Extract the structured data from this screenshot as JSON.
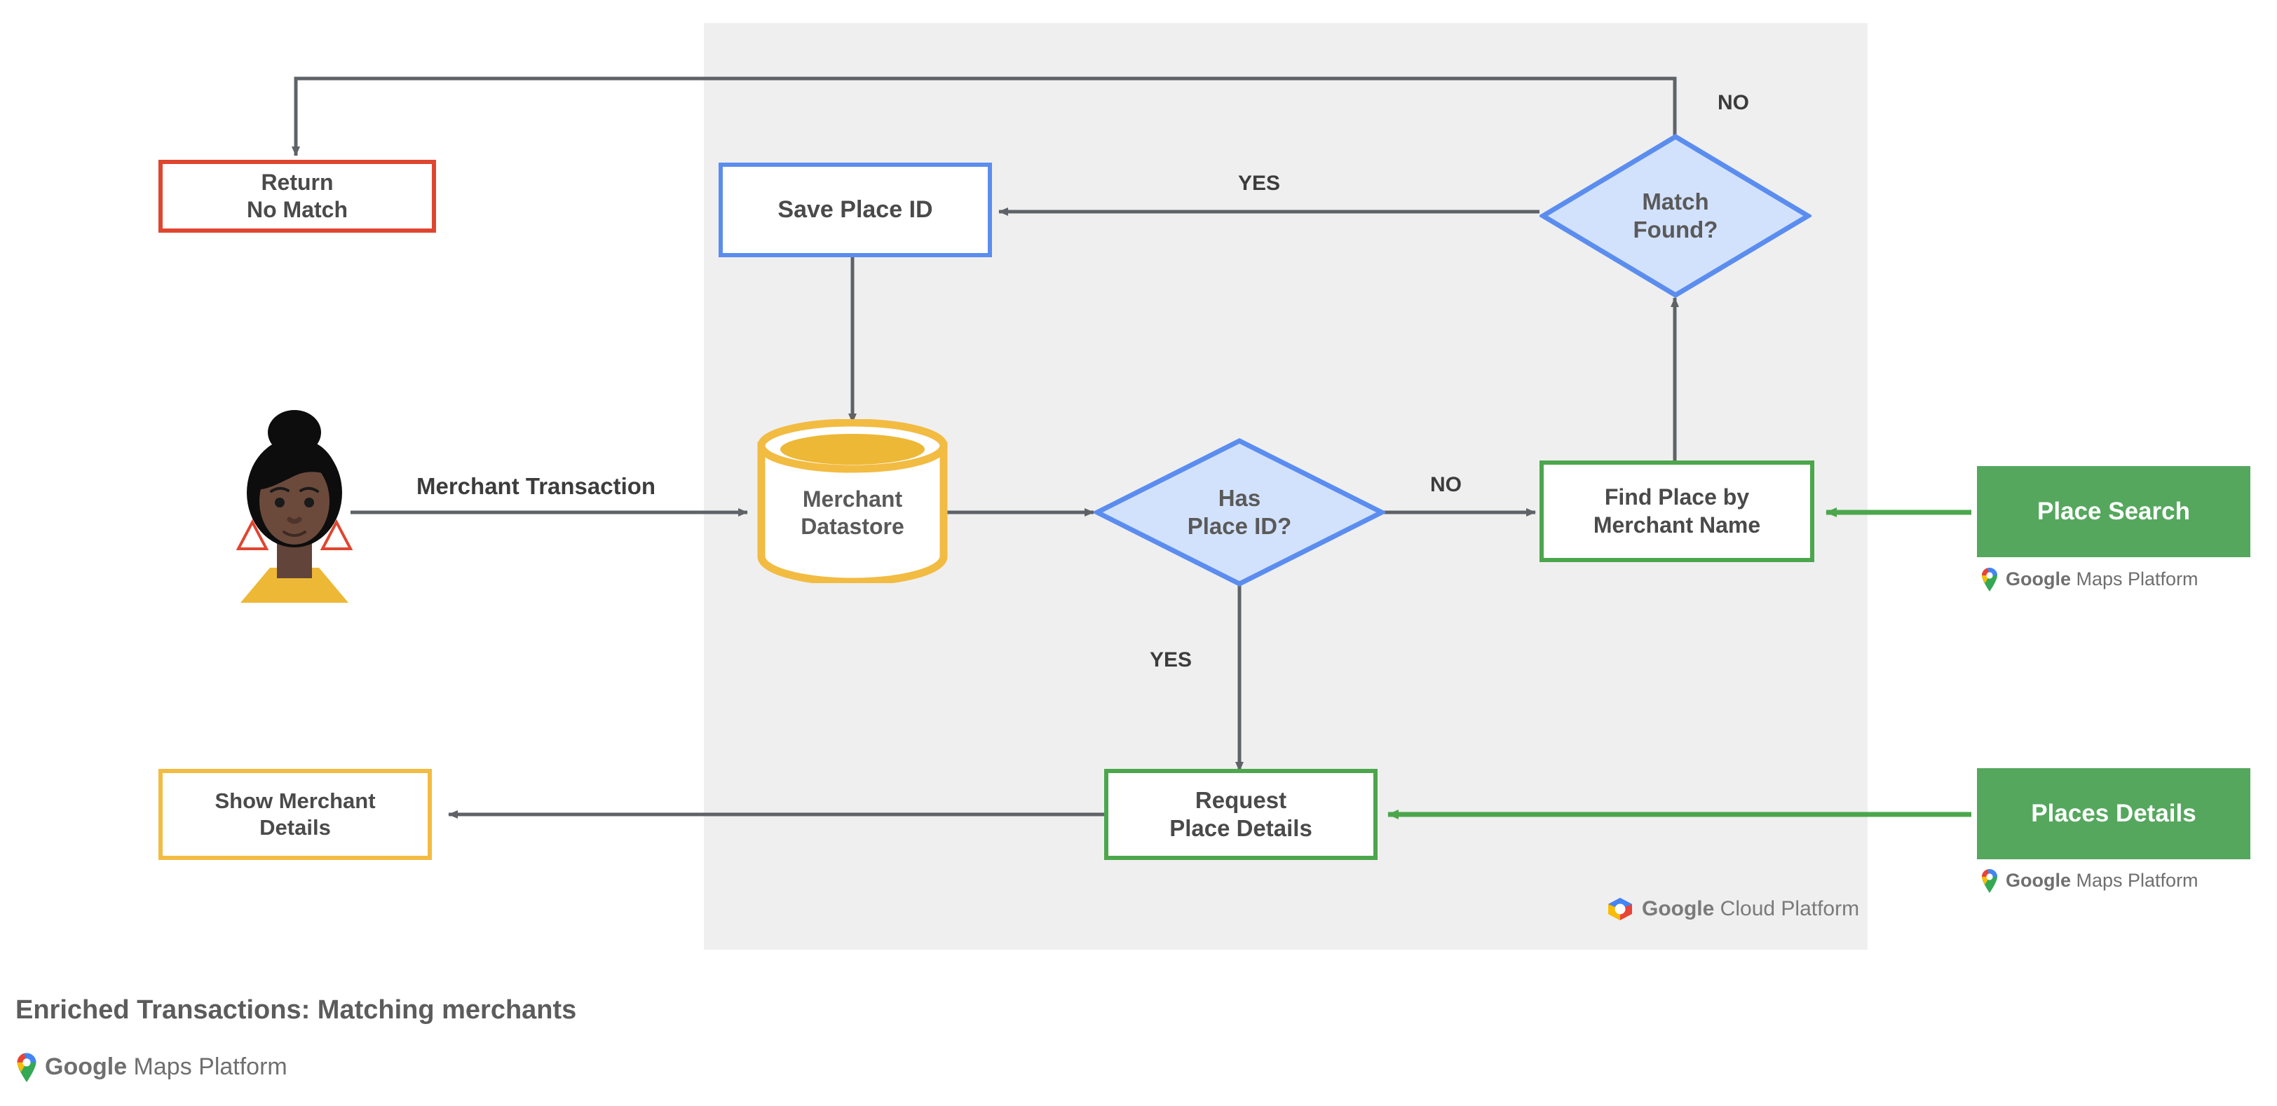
{
  "diagram": {
    "title": "Enriched Transactions: Matching merchants",
    "panel_label": "Google Cloud Platform",
    "colors": {
      "panel_bg": "#efefef",
      "red": "#e0452f",
      "blue": "#5b8def",
      "blue_fill": "#d3e2fc",
      "green": "#4ca64c",
      "green_fill": "#55a75d",
      "yellow": "#f2bb42",
      "edge": "#5f6368",
      "text": "#4a4a4a"
    },
    "nodes": {
      "return_no_match": "Return\nNo Match",
      "save_place_id": "Save Place ID",
      "match_found": "Match\nFound?",
      "merchant_datastore": "Merchant\nDatastore",
      "has_place_id": "Has\nPlace ID?",
      "find_place_by_merchant_name": "Find Place by\nMerchant Name",
      "place_search": "Place Search",
      "request_place_details": "Request\nPlace Details",
      "places_details": "Places Details",
      "show_merchant_details": "Show Merchant\nDetails"
    },
    "edge_labels": {
      "merchant_transaction": "Merchant Transaction",
      "match_found_no": "NO",
      "match_found_yes": "YES",
      "has_place_id_no": "NO",
      "has_place_id_yes": "YES"
    },
    "branding": {
      "google": "Google",
      "maps_platform": " Maps Platform",
      "cloud_platform": " Cloud Platform",
      "maps_pin_icon": "google-maps-pin-icon",
      "cloud_hex_icon": "google-cloud-hexagon-icon"
    },
    "avatar": {
      "icon": "merchant-customer-avatar",
      "skin": "#6b4a3c",
      "hair": "#0d0d0d",
      "shirt": "#edb836",
      "earring": "#e0452f"
    }
  }
}
